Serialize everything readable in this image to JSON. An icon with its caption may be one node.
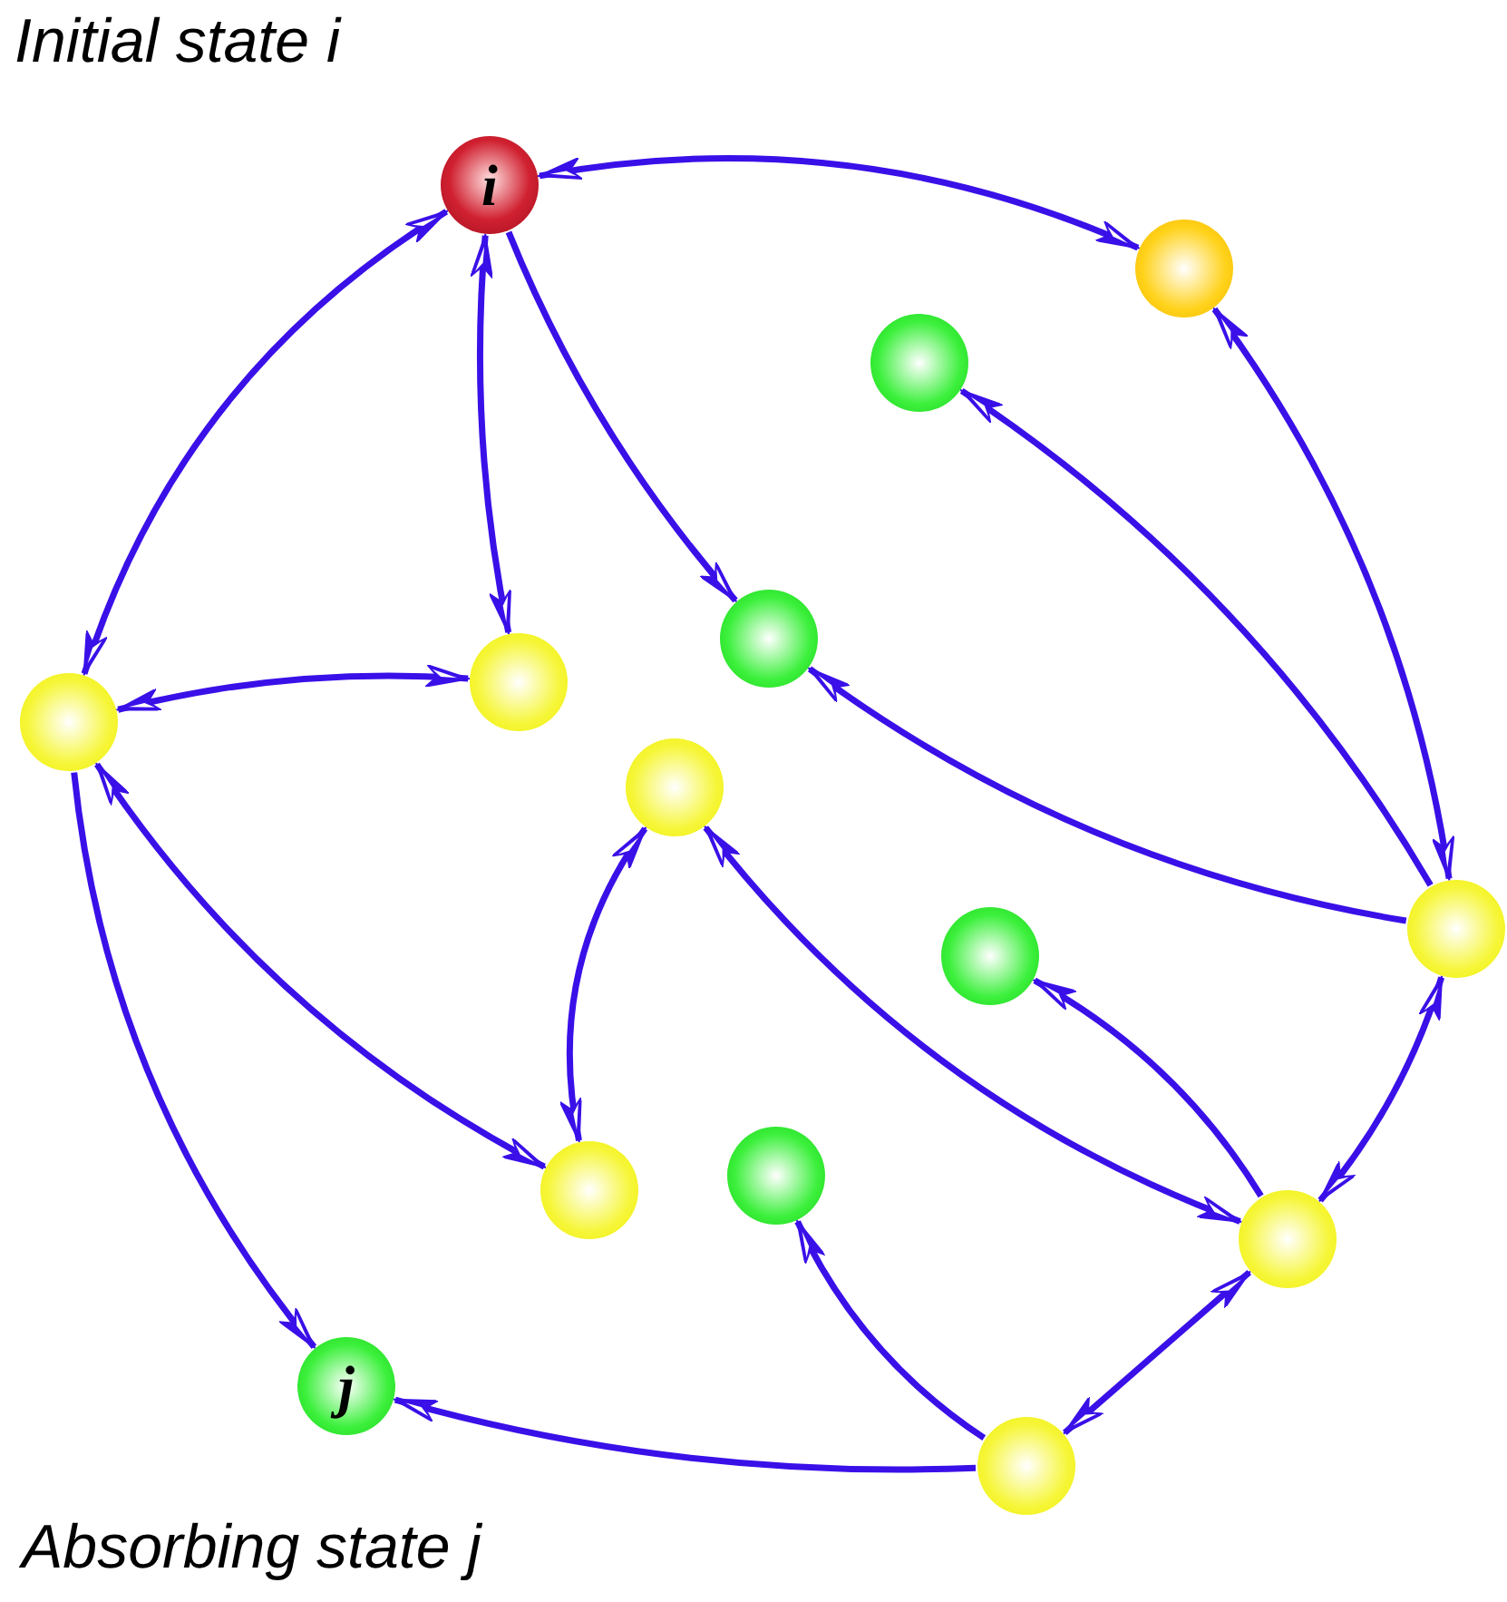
{
  "diagram": {
    "nodes": [
      {
        "text": [
          "i"
        ]
      },
      {
        "text": [],
        "shape": "circle"
      },
      {
        "text": [],
        "shape": "circle"
      },
      {
        "text": [],
        "shape": "circle"
      },
      {
        "text": [],
        "shape": "circle"
      },
      {
        "text": [],
        "shape": "circle"
      },
      {
        "text": [],
        "shape": "circle"
      },
      {
        "text": [],
        "shape": "circle"
      },
      {
        "text": [],
        "shape": "circle"
      },
      {
        "text": [],
        "shape": "circle"
      },
      {
        "text": [],
        "shape": "circle"
      },
      {
        "text": [],
        "shape": "circle"
      },
      {
        "text": [
          "j"
        ]
      },
      {
        "text": [],
        "shape": "circle"
      }
    ],
    "edges": [
      {
        "from": 0,
        "to": 1,
        "arrow": "both"
      },
      {
        "from": 0,
        "to": 3,
        "arrow": "both"
      },
      {
        "from": 0,
        "to": 4,
        "arrow": "both"
      },
      {
        "from": 0,
        "to": 5,
        "arrow": "to"
      },
      {
        "from": 7,
        "to": 2,
        "arrow": "to"
      },
      {
        "from": 1,
        "to": 7,
        "arrow": "both"
      },
      {
        "from": 3,
        "to": 4,
        "arrow": "both"
      },
      {
        "from": 7,
        "to": 5,
        "arrow": "to"
      },
      {
        "from": 6,
        "to": 9,
        "arrow": "both"
      },
      {
        "from": 3,
        "to": 9,
        "arrow": "both"
      },
      {
        "from": 3,
        "to": 12,
        "arrow": "to"
      },
      {
        "from": 11,
        "to": 6,
        "arrow": "both"
      },
      {
        "from": 11,
        "to": 8,
        "arrow": "to"
      },
      {
        "from": 7,
        "to": 11,
        "arrow": "both"
      },
      {
        "from": 13,
        "to": 10,
        "arrow": "to"
      },
      {
        "from": 11,
        "to": 13,
        "arrow": "both"
      },
      {
        "from": 13,
        "to": 12,
        "arrow": "to"
      }
    ],
    "labels": [
      "Initial state i",
      "Absorbing state j"
    ]
  }
}
